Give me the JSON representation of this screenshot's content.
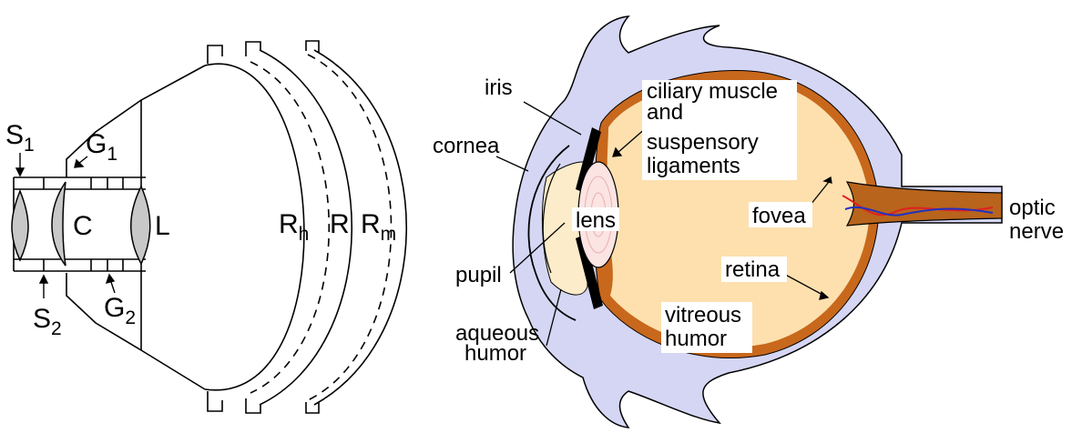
{
  "camera_model": {
    "s1": {
      "main": "S",
      "sub": "1"
    },
    "s2": {
      "main": "S",
      "sub": "2"
    },
    "g1": {
      "main": "G",
      "sub": "1"
    },
    "g2": {
      "main": "G",
      "sub": "2"
    },
    "c": "C",
    "l": "L",
    "rh": {
      "main": "R",
      "sub": "h"
    },
    "r": "R",
    "rm": {
      "main": "R",
      "sub": "m"
    }
  },
  "eye": {
    "iris": "iris",
    "cornea": "cornea",
    "ciliary": [
      "ciliary muscle",
      "and",
      "suspensory",
      "ligaments"
    ],
    "lens": "lens",
    "pupil": "pupil",
    "aqueous": [
      "aqueous",
      "humor"
    ],
    "fovea": "fovea",
    "retina": "retina",
    "vitreous": [
      "vitreous",
      "humor"
    ],
    "optic": [
      "optic",
      "nerve"
    ]
  },
  "colors": {
    "sclera": "#d4d6f3",
    "vitreous": "#fde0ae",
    "choroid": "#c8681c",
    "aqueous": "#fdecc9",
    "lens": "#fbe4e2",
    "grey_lens": "#c8c8c8",
    "nerve": "#b8641c",
    "vessel_red": "#e02020",
    "vessel_blue": "#2030c0"
  }
}
